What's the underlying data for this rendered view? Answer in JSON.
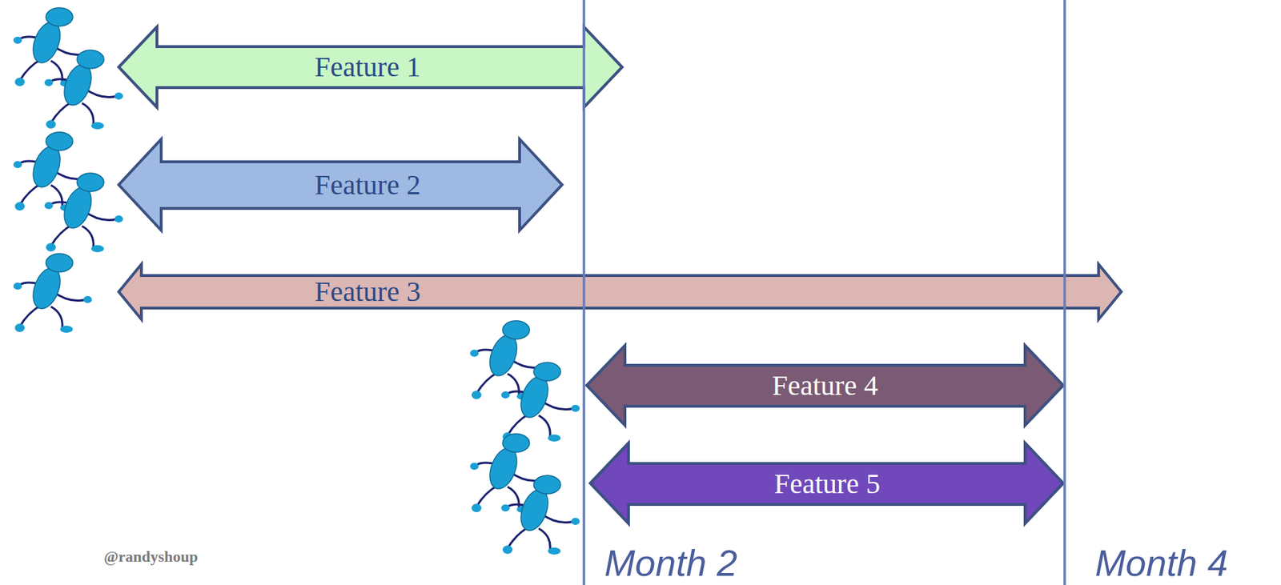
{
  "diagram": {
    "nodes": [
      {
        "text": [
          "Feature 1"
        ]
      },
      {
        "text": [
          "Feature 2"
        ]
      },
      {
        "text": [
          "Feature 3"
        ]
      },
      {
        "text": [
          "Feature 4"
        ]
      },
      {
        "text": [
          "Feature 5"
        ]
      }
    ],
    "labels": [
      "@randyshoup",
      "Month 2",
      "Month 4"
    ]
  }
}
